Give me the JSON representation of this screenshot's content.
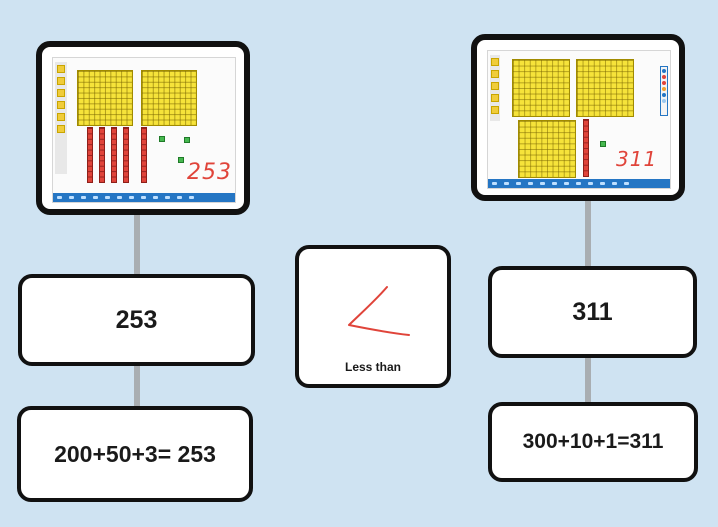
{
  "left_column": {
    "tablet_handwriting": "253",
    "number_card": "253",
    "expanded_form_card": "200+50+3= 253",
    "blocks": {
      "hundreds": 2,
      "tens": 5,
      "ones": 3
    }
  },
  "middle": {
    "comparison_label": "Less than",
    "drawn_symbol": "<",
    "ink_color": "#e0443a"
  },
  "right_column": {
    "tablet_handwriting": "311",
    "number_card": "311",
    "expanded_form_card": "300+10+1=311",
    "blocks": {
      "hundreds": 3,
      "tens": 1,
      "ones": 1
    }
  },
  "colors": {
    "background": "#cfe3f2",
    "card_border": "#111111",
    "connector": "#a9aeb2",
    "hundred_flat": "#f6e33a",
    "ten_rod": "#e0443a",
    "unit_cube": "#46b84f",
    "app_toolbar": "#2576c4"
  }
}
